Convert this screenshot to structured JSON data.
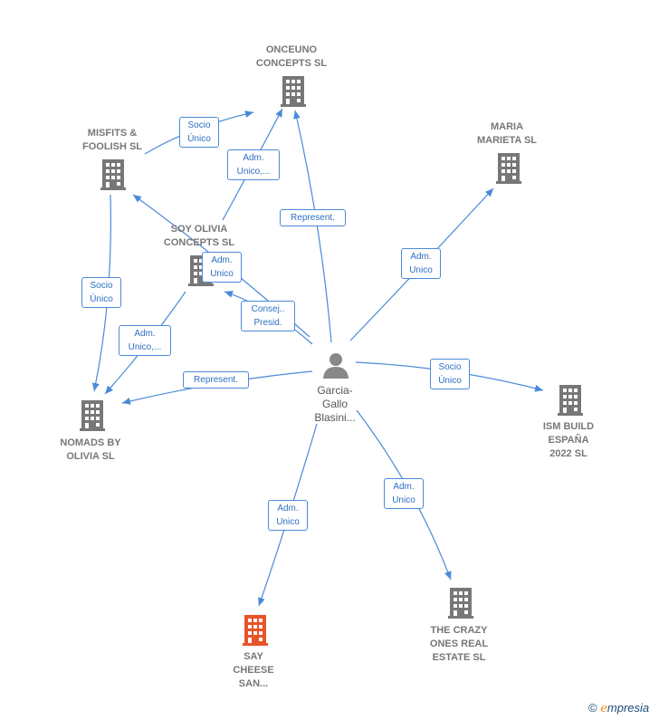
{
  "colors": {
    "edge": "#4a8ad8",
    "building": "#777777",
    "building_highlight": "#e8532a",
    "person": "#888888"
  },
  "nodes": {
    "onceuno": {
      "line1": "ONCEUNO",
      "line2": "CONCEPTS  SL"
    },
    "misfits": {
      "line1": "MISFITS &",
      "line2": "FOOLISH  SL"
    },
    "maria": {
      "line1": "MARIA",
      "line2": "MARIETA  SL"
    },
    "soyolivia": {
      "line1": "SOY OLIVIA",
      "line2": "CONCEPTS  SL"
    },
    "nomads": {
      "line1": "NOMADS BY",
      "line2": "OLIVIA  SL"
    },
    "ism": {
      "line1": "ISM BUILD",
      "line2": "ESPAÑA",
      "line3": "2022  SL"
    },
    "crazy": {
      "line1": "THE CRAZY",
      "line2": "ONES REAL",
      "line3": "ESTATE  SL"
    },
    "saycheese": {
      "line1": "SAY",
      "line2": "CHEESE",
      "line3": "SAN..."
    },
    "person": {
      "line1": "Garcia-",
      "line2": "Gallo",
      "line3": "Blasini..."
    }
  },
  "edges": {
    "misfits_onceuno": {
      "line1": "Socio",
      "line2": "Único"
    },
    "soy_onceuno": {
      "line1": "Adm.",
      "line2": "Unico,..."
    },
    "person_onceuno": {
      "line1": "Represent."
    },
    "person_maria": {
      "line1": "Adm.",
      "line2": "Unico"
    },
    "misfits_nomads": {
      "line1": "Socio",
      "line2": "Único"
    },
    "person_soy_adm": {
      "line1": "Adm.",
      "line2": "Unico"
    },
    "person_soy_consej": {
      "line1": "Consej..",
      "line2": "Presid."
    },
    "soy_nomads": {
      "line1": "Adm.",
      "line2": "Unico,..."
    },
    "person_nomads": {
      "line1": "Represent."
    },
    "person_ism": {
      "line1": "Socio",
      "line2": "Único"
    },
    "person_crazy": {
      "line1": "Adm.",
      "line2": "Unico"
    },
    "person_saycheese": {
      "line1": "Adm.",
      "line2": "Unico"
    }
  },
  "footer": {
    "copyright_symbol": "©",
    "brand_initial": "e",
    "brand_rest": "mpresia"
  }
}
